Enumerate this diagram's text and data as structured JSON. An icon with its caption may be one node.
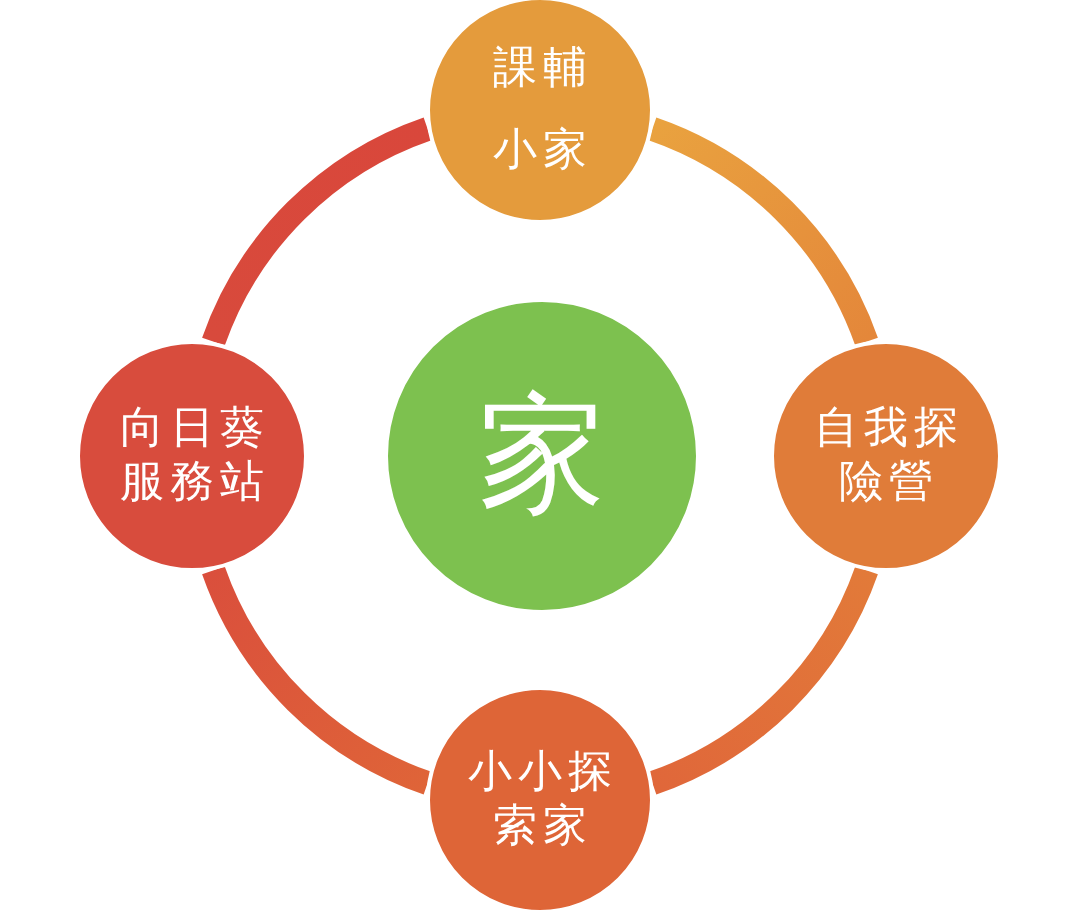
{
  "diagram": {
    "nodes": [
      {
        "text": [
          "課輔小家"
        ]
      },
      {
        "text": [
          "向日葵服務站"
        ]
      },
      {
        "text": [
          "家"
        ]
      },
      {
        "text": [
          "自我探險營"
        ]
      },
      {
        "text": [
          "小小探索家"
        ]
      }
    ],
    "edges": [
      {
        "from": 0,
        "to": 3,
        "arrow": "none"
      },
      {
        "from": 3,
        "to": 4,
        "arrow": "none"
      },
      {
        "from": 4,
        "to": 1,
        "arrow": "none"
      },
      {
        "from": 1,
        "to": 0,
        "arrow": "none"
      }
    ]
  }
}
